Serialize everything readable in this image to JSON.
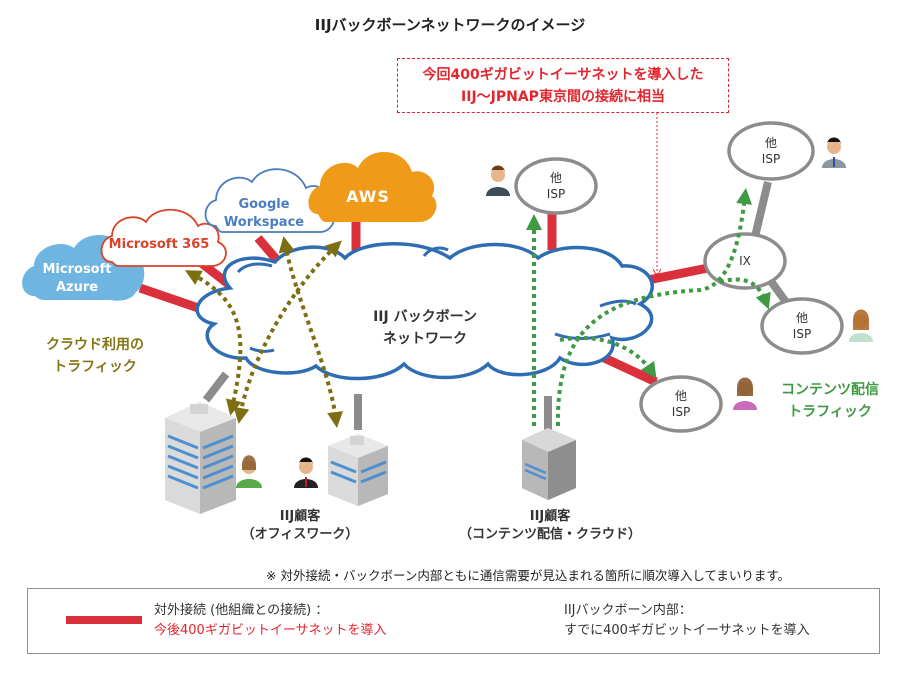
{
  "title": "IIJバックボーンネットワークのイメージ",
  "callout": {
    "line1": "今回400ギガビットイーサネットを導入した",
    "line2": "IIJ～JPNAP東京間の接続に相当"
  },
  "clouds": {
    "azure": {
      "line1": "Microsoft",
      "line2": "Azure",
      "color": "#6fb5e2"
    },
    "m365": {
      "label": "Microsoft 365",
      "color": "#d9432a"
    },
    "google": {
      "line1": "Google",
      "line2": "Workspace",
      "color": "#4a7cc0"
    },
    "aws": {
      "label": "AWS",
      "color": "#f09a1a"
    }
  },
  "backbone": {
    "line1": "IIJ バックボーン",
    "line2": "ネットワーク",
    "color": "#2f6db3"
  },
  "traffic_labels": {
    "cloud": {
      "line1": "クラウド利用の",
      "line2": "トラフィック",
      "color": "#857516"
    },
    "content": {
      "line1": "コンテンツ配信",
      "line2": "トラフィック",
      "color": "#3f9a43"
    }
  },
  "nodes": {
    "isp_top_center": {
      "line1": "他",
      "line2": "ISP"
    },
    "isp_top_right": {
      "line1": "他",
      "line2": "ISP"
    },
    "ix": {
      "label": "IX"
    },
    "isp_right": {
      "line1": "他",
      "line2": "ISP"
    },
    "isp_bottom": {
      "line1": "他",
      "line2": "ISP"
    }
  },
  "customers": {
    "office": {
      "line1": "IIJ顧客",
      "line2": "（オフィスワーク）"
    },
    "content": {
      "line1": "IIJ顧客",
      "line2": "（コンテンツ配信・クラウド）"
    }
  },
  "note": "※ 対外接続・バックボーン内部ともに通信需要が見込まれる箇所に順次導入してまいります。",
  "legend": {
    "external": {
      "line1": "対外接続 (他組織との接続) ：",
      "line2": "今後400ギガビットイーサネットを導入",
      "color": "#d9303c"
    },
    "internal": {
      "line1": "IIJバックボーン内部：",
      "line2": "すでに400ギガビットイーサネットを導入",
      "color": "#2f6db3"
    }
  },
  "colors": {
    "external_link": "#d9303c",
    "internal_link": "#8c8c8c",
    "cloud_traffic": "#7d6f10",
    "content_traffic": "#3f9a43",
    "callout": "#e3262d"
  }
}
